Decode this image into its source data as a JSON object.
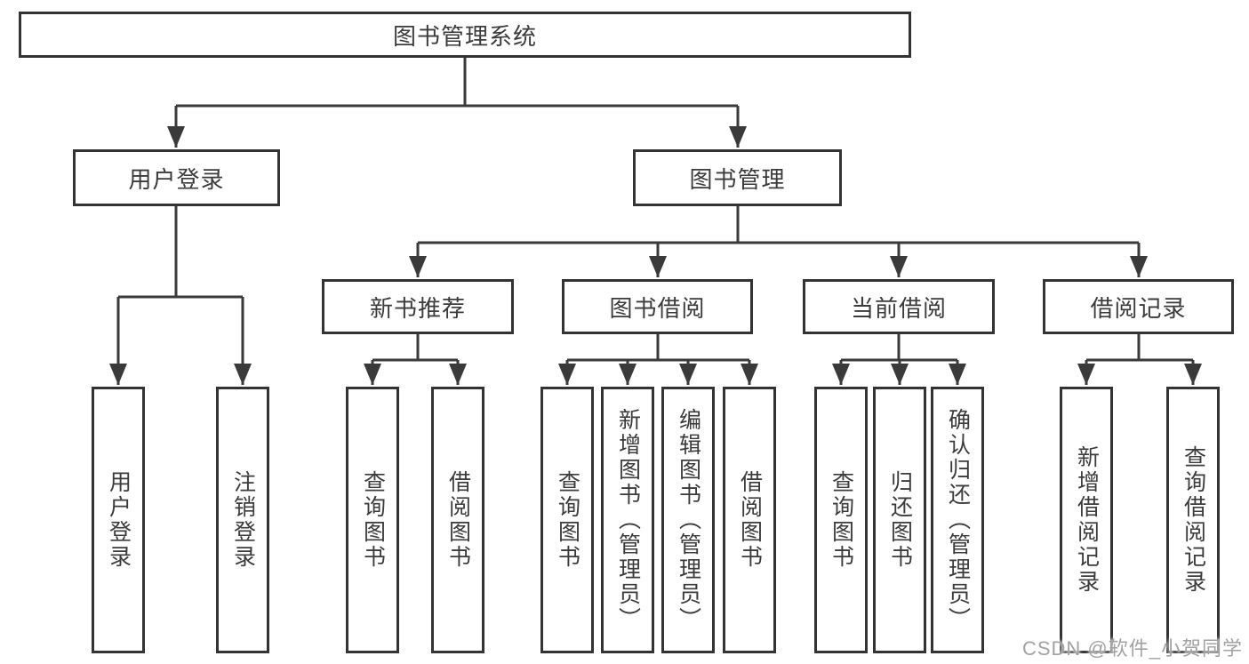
{
  "colors": {
    "line": "#3a3a3a",
    "box_border": "#333333",
    "text": "#3b3b3b",
    "background": "#ffffff",
    "watermark": "#a2a2a2"
  },
  "watermark": "CSDN @软件_小贺同学",
  "diagram": {
    "root": {
      "label": "图书管理系统"
    },
    "branches": [
      {
        "label": "用户登录",
        "children": [
          {
            "label": "用户登录"
          },
          {
            "label": "注销登录"
          }
        ]
      },
      {
        "label": "图书管理",
        "children": [
          {
            "label": "新书推荐",
            "children": [
              {
                "label": "查询图书"
              },
              {
                "label": "借阅图书"
              }
            ]
          },
          {
            "label": "图书借阅",
            "children": [
              {
                "label": "查询图书"
              },
              {
                "label": "新增图书（管理员）"
              },
              {
                "label": "编辑图书（管理员）"
              },
              {
                "label": "借阅图书"
              }
            ]
          },
          {
            "label": "当前借阅",
            "children": [
              {
                "label": "查询图书"
              },
              {
                "label": "归还图书"
              },
              {
                "label": "确认归还（管理员）"
              }
            ]
          },
          {
            "label": "借阅记录",
            "children": [
              {
                "label": "新增借阅记录"
              },
              {
                "label": "查询借阅记录"
              }
            ]
          }
        ]
      }
    ]
  }
}
